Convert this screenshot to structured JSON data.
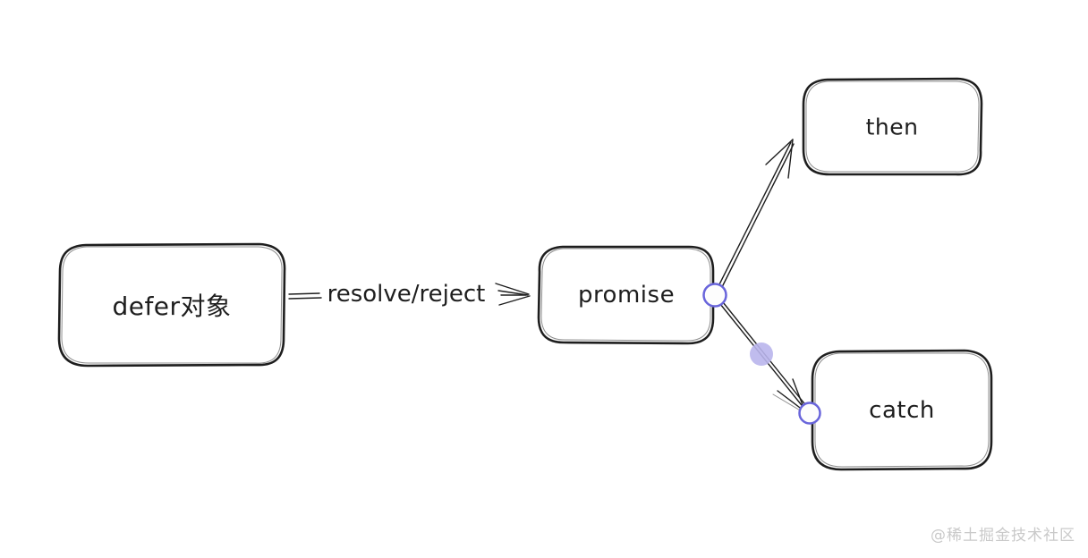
{
  "diagram": {
    "style": "excalidraw-hand-drawn",
    "nodes": [
      {
        "id": "defer",
        "label": "defer对象"
      },
      {
        "id": "promise",
        "label": "promise"
      },
      {
        "id": "then",
        "label": "then"
      },
      {
        "id": "catch",
        "label": "catch"
      }
    ],
    "edges": [
      {
        "id": "defer-promise",
        "from": "defer",
        "to": "promise",
        "label": "resolve/reject",
        "arrowhead": "double-chevron"
      },
      {
        "id": "promise-then",
        "from": "promise",
        "to": "then",
        "label": "",
        "arrowhead": "open"
      },
      {
        "id": "promise-catch",
        "from": "promise",
        "to": "catch",
        "label": "",
        "arrowhead": "open"
      }
    ],
    "handles": [
      {
        "id": "promise-right-handle",
        "attached_to": "promise"
      },
      {
        "id": "catch-left-handle",
        "attached_to": "catch"
      },
      {
        "id": "edge-midpoint-dot",
        "attached_to": "promise-catch"
      }
    ],
    "colors": {
      "canvas_background": "#ffffff",
      "shape_stroke": "#1e1e1e",
      "connection_handle_stroke": "#6965db",
      "connection_handle_fill": "#fdfdfd",
      "edge_midpoint_fill": "#b9b5ec",
      "watermark_text": "#c9c9c9"
    }
  },
  "watermark": {
    "label": "@稀土掘金技术社区"
  }
}
